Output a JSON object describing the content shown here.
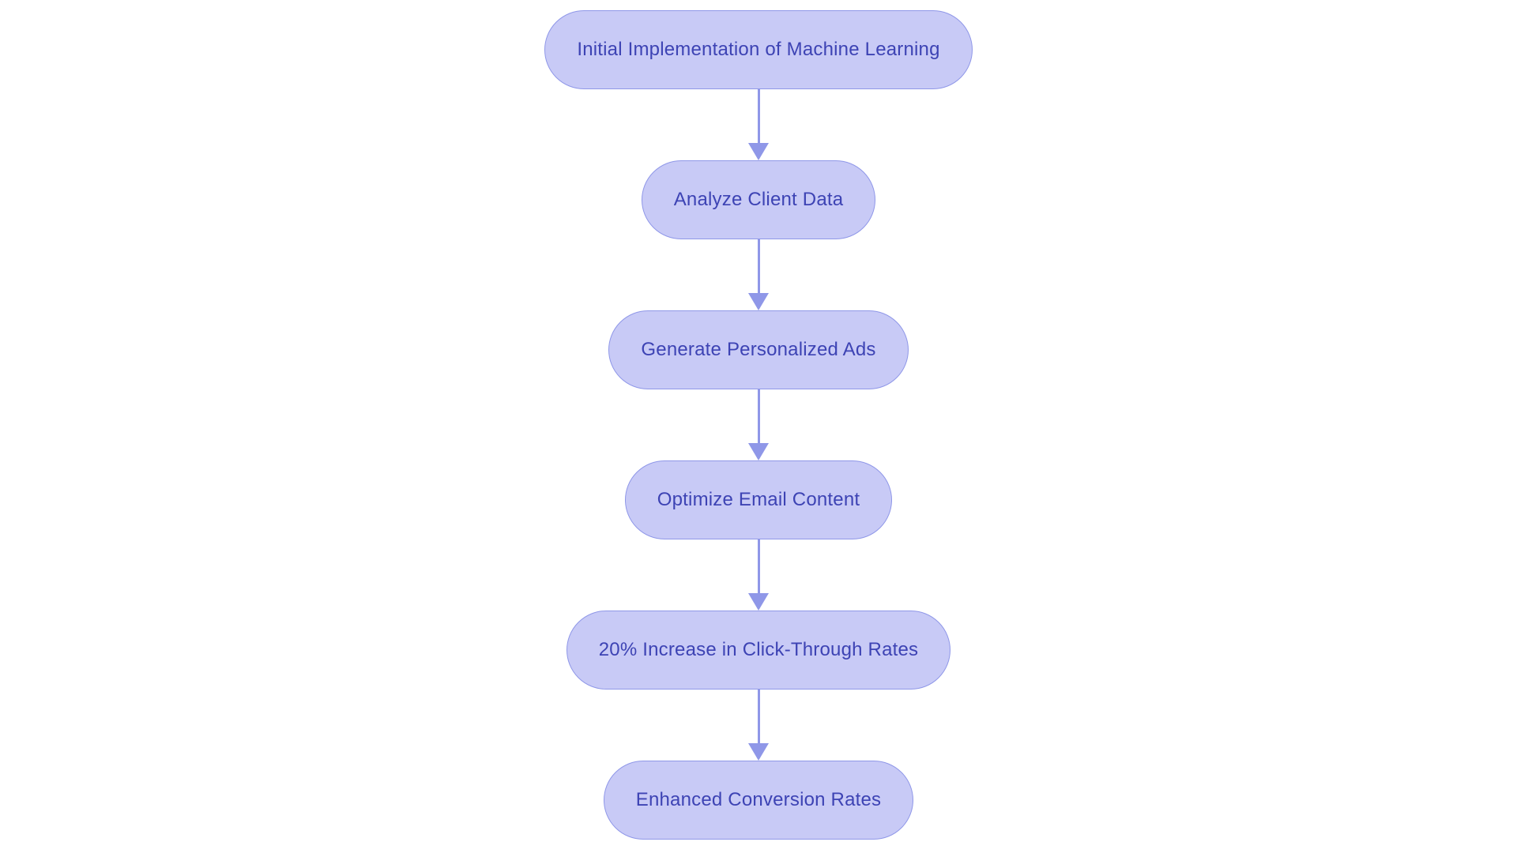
{
  "diagram": {
    "type": "flowchart",
    "direction": "top-down",
    "colors": {
      "background": "#ffffff",
      "node_fill": "#c8caf6",
      "node_stroke": "#8f97e8",
      "arrow_color": "#8f97e8",
      "text_color": "#3d43b4"
    },
    "nodes": [
      {
        "id": "n1",
        "label": "Initial Implementation of Machine Learning"
      },
      {
        "id": "n2",
        "label": "Analyze Client Data"
      },
      {
        "id": "n3",
        "label": "Generate Personalized Ads"
      },
      {
        "id": "n4",
        "label": "Optimize Email Content"
      },
      {
        "id": "n5",
        "label": "20% Increase in Click-Through Rates"
      },
      {
        "id": "n6",
        "label": "Enhanced Conversion Rates"
      }
    ],
    "edges": [
      {
        "from": "n1",
        "to": "n2"
      },
      {
        "from": "n2",
        "to": "n3"
      },
      {
        "from": "n3",
        "to": "n4"
      },
      {
        "from": "n4",
        "to": "n5"
      },
      {
        "from": "n5",
        "to": "n6"
      }
    ]
  }
}
